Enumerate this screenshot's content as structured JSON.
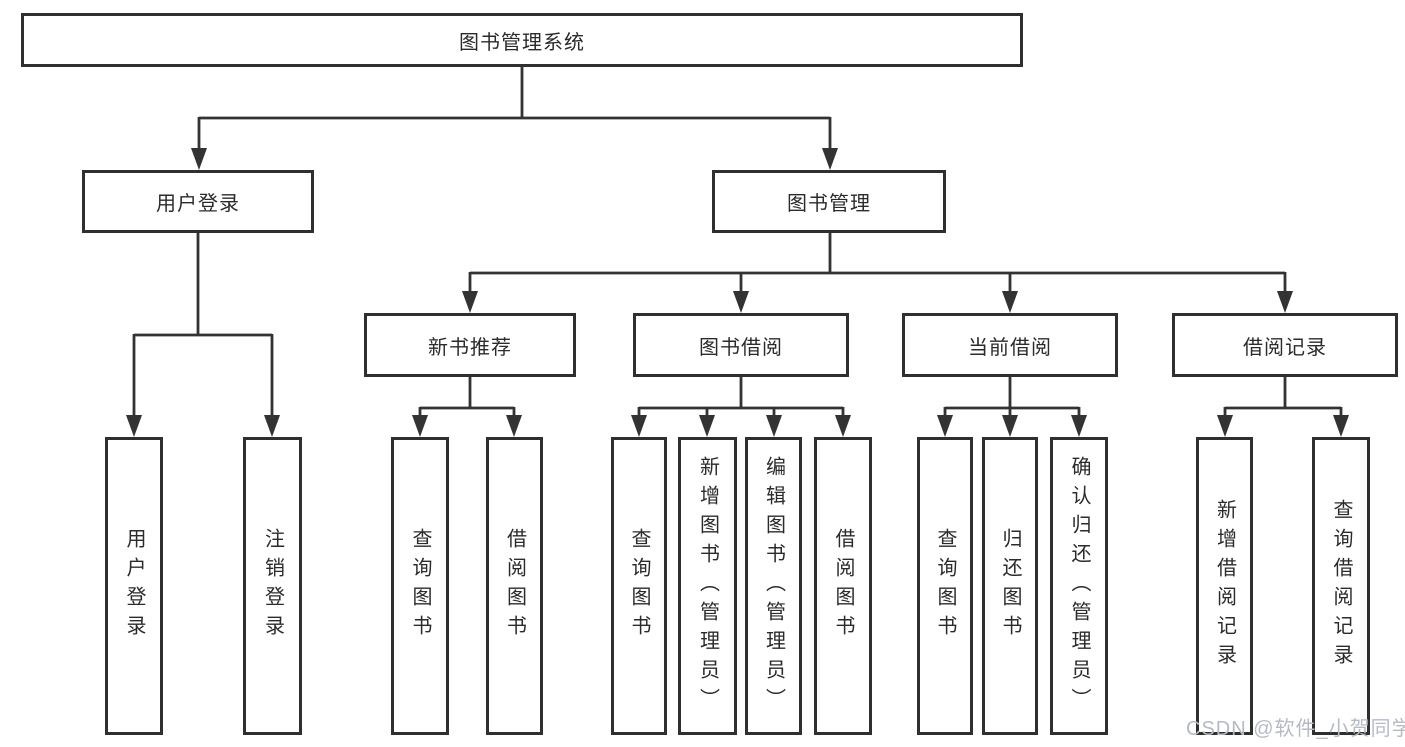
{
  "diagram": {
    "root": "图书管理系统",
    "user_login_branch": {
      "label": "用户登录",
      "children": [
        "用户登录",
        "注销登录"
      ]
    },
    "book_mgmt_branch": {
      "label": "图书管理",
      "children": [
        {
          "label": "新书推荐",
          "children": [
            "查询图书",
            "借阅图书"
          ]
        },
        {
          "label": "图书借阅",
          "children": [
            "查询图书",
            "新增图书（管理员）",
            "编辑图书（管理员）",
            "借阅图书"
          ]
        },
        {
          "label": "当前借阅",
          "children": [
            "查询图书",
            "归还图书",
            "确认归还（管理员）"
          ]
        },
        {
          "label": "借阅记录",
          "children": [
            "新增借阅记录",
            "查询借阅记录"
          ]
        }
      ]
    },
    "watermark": "CSDN @软件_小贺同学"
  },
  "colors": {
    "line": "#333333",
    "border": "#2f2f2f",
    "text": "#2b2b2b",
    "watermark": "#b6bac3",
    "background": "#ffffff"
  }
}
